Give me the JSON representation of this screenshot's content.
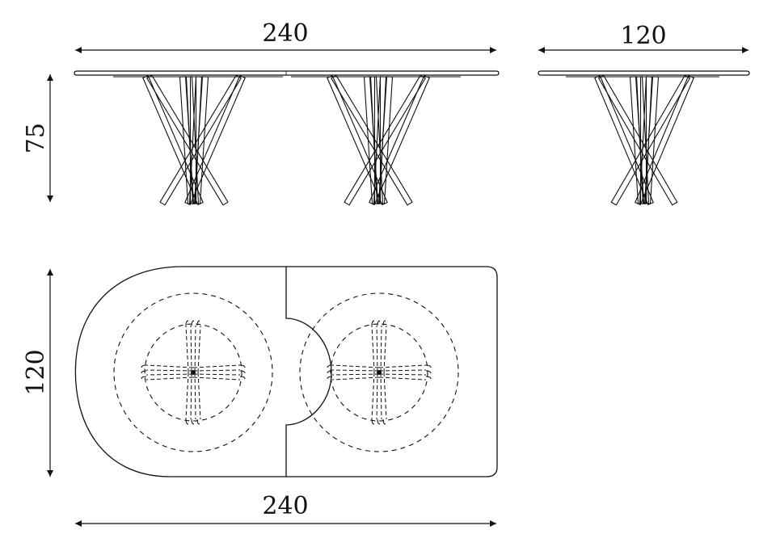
{
  "dimensions": {
    "front_width": "240",
    "side_width": "120",
    "height": "75",
    "plan_depth": "120",
    "plan_width": "240"
  },
  "colors": {
    "line": "#111111",
    "background": "#ffffff"
  }
}
